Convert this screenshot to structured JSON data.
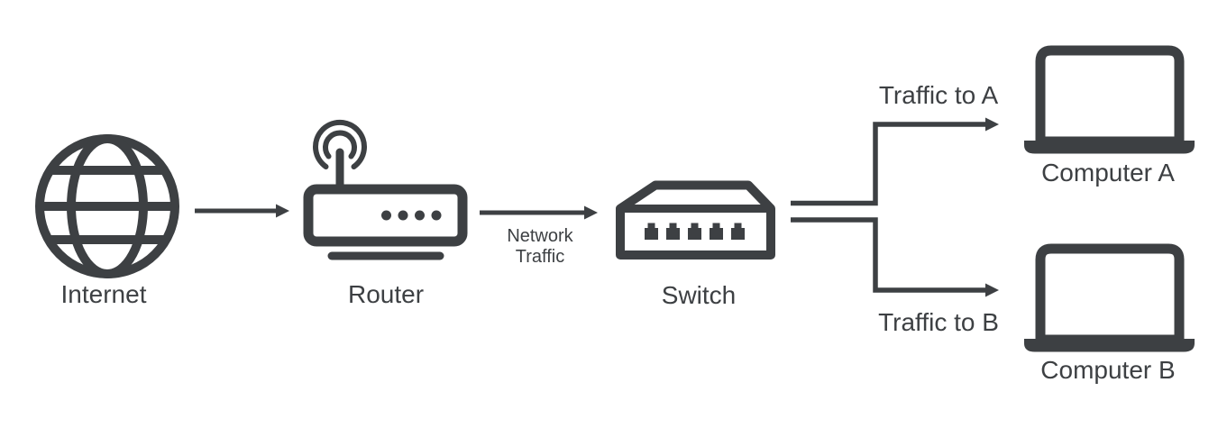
{
  "colors": {
    "ink": "#3d4043",
    "background": "#ffffff"
  },
  "nodes": {
    "internet": {
      "label": "Internet",
      "icon": "globe-icon"
    },
    "router": {
      "label": "Router",
      "icon": "router-icon"
    },
    "switch": {
      "label": "Switch",
      "icon": "switch-icon"
    },
    "computer_a": {
      "label": "Computer A",
      "icon": "laptop-icon"
    },
    "computer_b": {
      "label": "Computer B",
      "icon": "laptop-icon"
    }
  },
  "edges": {
    "internet_to_router": {
      "from": "internet",
      "to": "router",
      "label": ""
    },
    "router_to_switch": {
      "from": "router",
      "to": "switch",
      "label": "Network Traffic"
    },
    "switch_to_computer_a": {
      "from": "switch",
      "to": "computer_a",
      "label": "Traffic to A"
    },
    "switch_to_computer_b": {
      "from": "switch",
      "to": "computer_b",
      "label": "Traffic to B"
    }
  }
}
